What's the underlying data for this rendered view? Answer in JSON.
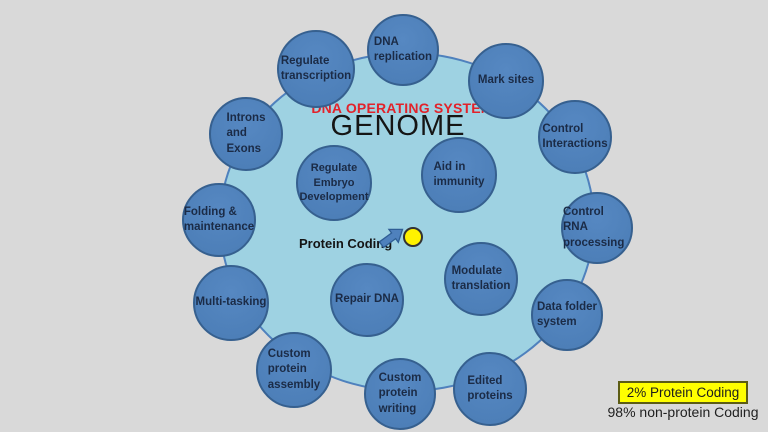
{
  "title": {
    "kicker": "DNA OPERATING SYSTEM",
    "main": "GENOME"
  },
  "colors": {
    "background": "#d9d9d9",
    "hub_fill": "#9ed2e2",
    "node_fill": "#4f81bd",
    "node_border": "#36608f",
    "node_text": "#1b2b46",
    "kicker_red": "#e2222a",
    "highlight_yellow": "#ffff00",
    "dot_yellow": "#fff200"
  },
  "diagram": {
    "nodes": [
      {
        "id": "regulate-transcription",
        "label": "Regulate\ntranscription",
        "ring": "outer"
      },
      {
        "id": "dna-replication",
        "label": "DNA\nreplication",
        "ring": "outer"
      },
      {
        "id": "mark-sites",
        "label": "Mark sites",
        "ring": "outer"
      },
      {
        "id": "control-interactions",
        "label": "Control\nInteractions",
        "ring": "outer"
      },
      {
        "id": "control-rna-processing",
        "label": "Control RNA\nprocessing",
        "ring": "outer"
      },
      {
        "id": "data-folder-system",
        "label": "Data folder\nsystem",
        "ring": "outer"
      },
      {
        "id": "edited-proteins",
        "label": "Edited\nproteins",
        "ring": "outer"
      },
      {
        "id": "custom-protein-writing",
        "label": "Custom\nprotein\nwriting",
        "ring": "outer"
      },
      {
        "id": "custom-protein-assembly",
        "label": "Custom\nprotein\nassembly",
        "ring": "outer"
      },
      {
        "id": "multi-tasking",
        "label": "Multi-tasking",
        "ring": "outer"
      },
      {
        "id": "folding-maintenance",
        "label": "Folding &\nmaintenance",
        "ring": "outer"
      },
      {
        "id": "introns-and-exons",
        "label": "Introns\nand\nExons",
        "ring": "outer"
      },
      {
        "id": "regulate-embryo-development",
        "label": "Regulate\nEmbryo\nDevelopment",
        "ring": "inner"
      },
      {
        "id": "aid-in-immunity",
        "label": "Aid in\nimmunity",
        "ring": "inner"
      },
      {
        "id": "modulate-translation",
        "label": "Modulate\ntranslation",
        "ring": "inner"
      },
      {
        "id": "repair-dna",
        "label": "Repair DNA",
        "ring": "inner"
      }
    ],
    "protein_coding": {
      "label": "Protein Coding",
      "arrow_icon": "up-right-block-arrow",
      "dot_icon": "yellow-dot"
    }
  },
  "legend": {
    "highlight": "2% Protein Coding",
    "subtext": "98% non-protein Coding"
  }
}
